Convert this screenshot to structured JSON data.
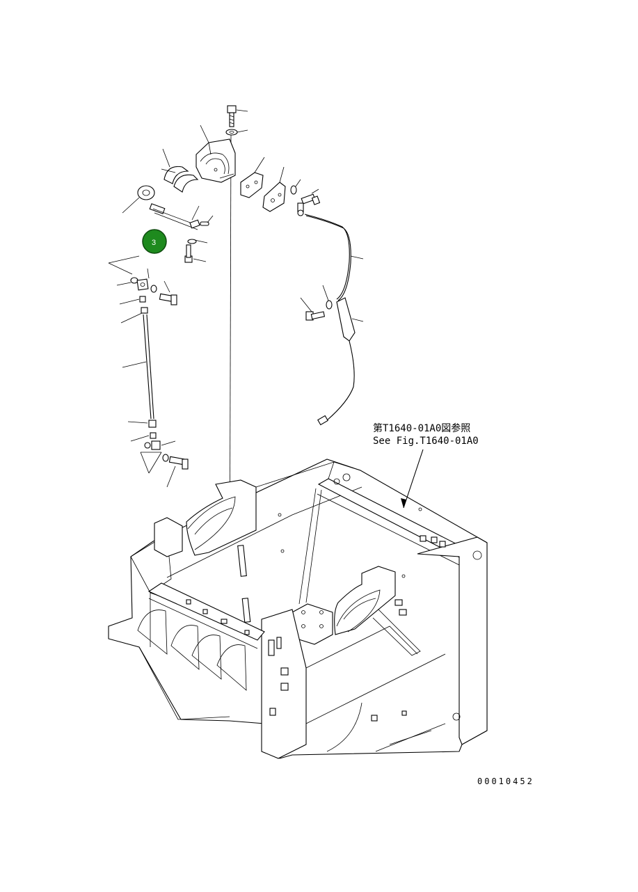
{
  "diagram": {
    "reference_note_line1": "第T1640-01A0図参照",
    "reference_note_line2": "See Fig.T1640-01A0",
    "drawing_number": "00010452",
    "callouts": [
      {
        "label": "3",
        "color": "#1e8a1e"
      }
    ]
  }
}
